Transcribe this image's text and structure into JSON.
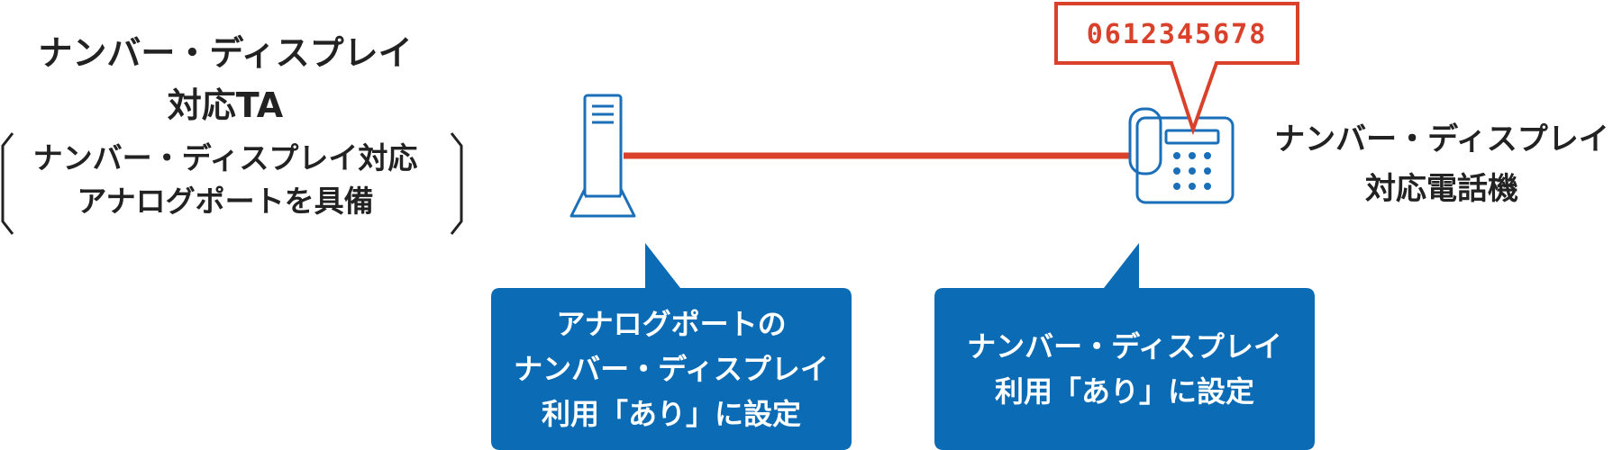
{
  "ta": {
    "title_line1": "ナンバー・ディスプレイ",
    "title_line2": "対応TA",
    "note_line1": "ナンバー・ディスプレイ対応",
    "note_line2": "アナログポートを具備"
  },
  "phone": {
    "label_line1": "ナンバー・ディスプレイ",
    "label_line2": "対応電話機",
    "number": "0612345678"
  },
  "callouts": {
    "ta_setting": {
      "line1": "アナログポートの",
      "line2": "ナンバー・ディスプレイ",
      "line3": "利用「あり」に設定"
    },
    "phone_setting": {
      "line1": "ナンバー・ディスプレイ",
      "line2": "利用「あり」に設定"
    }
  },
  "colors": {
    "line_red": "#d9412b",
    "device_blue": "#1a6fb8",
    "callout_blue": "#0b6bb5",
    "text_dark": "#222222"
  },
  "icons": [
    "ta-device-icon",
    "telephone-icon"
  ]
}
